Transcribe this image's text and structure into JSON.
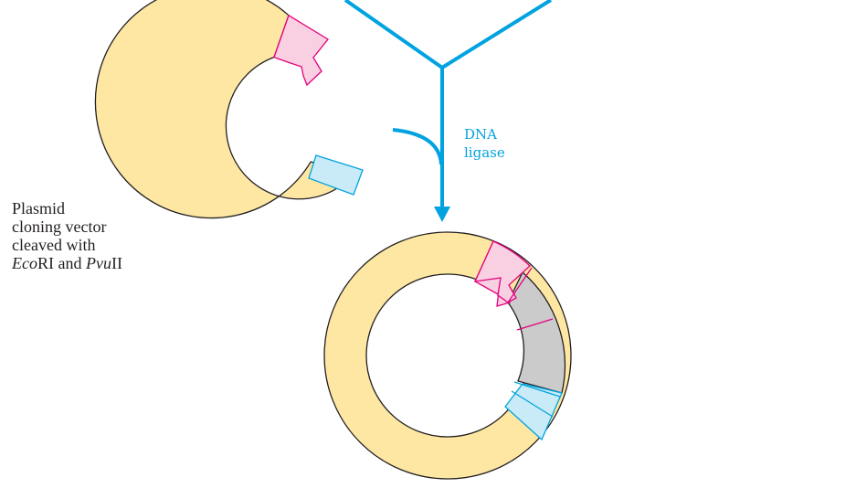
{
  "diagram": {
    "enzyme": {
      "line1": "DNA",
      "line2": "ligase"
    },
    "plasmid_label": {
      "line1": "Plasmid",
      "line2": "cloning vector",
      "line3": "cleaved with",
      "line4_italic_a": "Eco",
      "line4_roman_a": "RI and ",
      "line4_italic_b": "Pvu",
      "line4_roman_b": "II"
    },
    "colors": {
      "plasmid": "#fde7a3",
      "ecori_end": "#f9cfe2",
      "ecori_stroke": "#e4007c",
      "pvuii_end": "#c9ebf7",
      "pvuii_stroke": "#00a3e0",
      "insert": "#cbcbcb",
      "arrow": "#00a3e0",
      "outline": "#231f20"
    }
  }
}
